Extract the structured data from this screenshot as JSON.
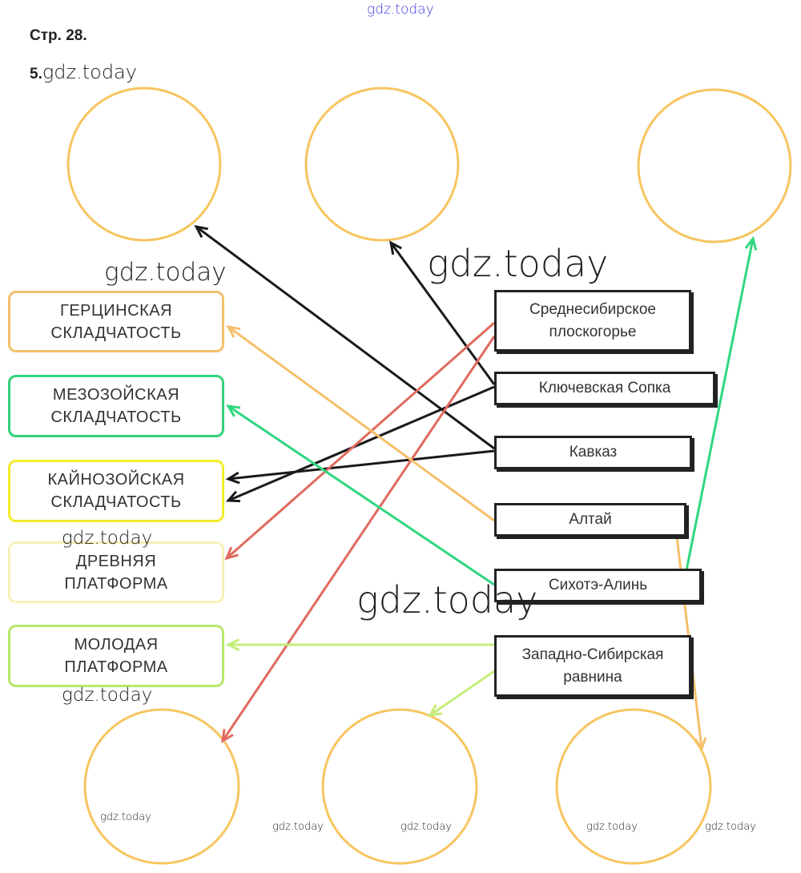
{
  "header": {
    "page": "Стр. 28.",
    "task_number": "5."
  },
  "watermarks": [
    "gdz.today",
    "gdz.today",
    "gdz.today",
    "gdz.today",
    "gdz.today",
    "gdz.today",
    "gdz.today",
    "gdz.today",
    "gdz.today",
    "gdz.today",
    "gdz.today",
    "gdz.today"
  ],
  "left_boxes": [
    {
      "line1": "ГЕРЦИНСКАЯ",
      "line2": "СКЛАДЧАТОСТЬ",
      "color": "#f5c06a"
    },
    {
      "line1": "МЕЗОЗОЙСКАЯ",
      "line2": "СКЛАДЧАТОСТЬ",
      "color": "#33d17a"
    },
    {
      "line1": "КАЙНОЗОЙСКАЯ",
      "line2": "СКЛАДЧАТОСТЬ",
      "color": "#f2ec2a"
    },
    {
      "line1": "ДРЕВНЯЯ",
      "line2": "ПЛАТФОРМА",
      "color": "#f6f2b8"
    },
    {
      "line1": "МОЛОДАЯ",
      "line2": "ПЛАТФОРМА",
      "color": "#b6e86a"
    }
  ],
  "right_boxes": [
    {
      "line1": "Среднесибирское",
      "line2": "плоскогорье"
    },
    {
      "line1": "Ключевская Сопка",
      "line2": ""
    },
    {
      "line1": "Кавказ",
      "line2": ""
    },
    {
      "line1": "Алтай",
      "line2": ""
    },
    {
      "line1": "Сихотэ-Алинь",
      "line2": ""
    },
    {
      "line1": "Западно-Сибирская",
      "line2": "равнина"
    }
  ],
  "colors": {
    "circle": "#f7c560",
    "black": "#1a1a1a",
    "red": "#e06a5e",
    "orange": "#f5c06a",
    "green": "#2fd77f",
    "lightgreen": "#c4ee7a"
  }
}
